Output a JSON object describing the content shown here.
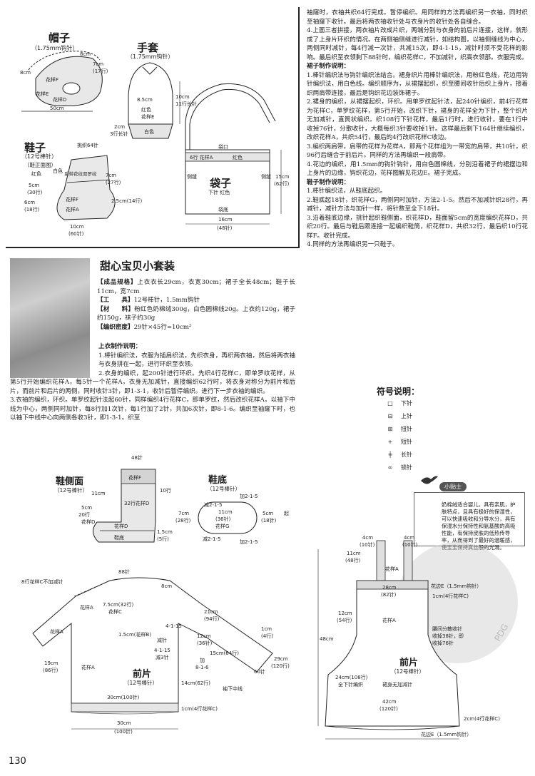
{
  "hat": {
    "title": "帽子",
    "needle": "（1.75mm钩针）",
    "labels": [
      "8cm",
      "7cm",
      "(17行)",
      "8cm",
      "花样F",
      "花样E",
      "50cm",
      "花样D"
    ]
  },
  "mittens": {
    "title": "手套",
    "needle": "（1.75mm钩针）",
    "labels": [
      "8.5cm",
      "10cm",
      "11行长针",
      "红色",
      "花样E",
      "2cm",
      "3行长针",
      "白色"
    ]
  },
  "bootie_top": {
    "title": "鞋子",
    "needle": "（12号棒针）",
    "note": "（鞋正面图）",
    "labels": [
      "红色",
      "白色",
      "挑织64针",
      "系带花纹双罗纹",
      "7cm",
      "(27行)",
      "5cm",
      "(30行)",
      "2.5cm(14行)",
      "6cm",
      "(18行)",
      "花样F",
      "花样A",
      "10cm",
      "(60针)"
    ]
  },
  "bag": {
    "title": "袋子",
    "labels": [
      "袋口",
      "6行 花样A",
      "红色",
      "侧缝",
      "侧缝",
      "下针 红色",
      "袋底",
      "15cm",
      "(62行)",
      "16cm",
      "(48针)"
    ]
  },
  "product": {
    "title": "甜心宝贝小套装",
    "specs": [
      {
        "k": "【成品规格】",
        "v": "上衣衣长29cm，衣宽30cm；裙子全长48cm；鞋子长11cm，宽7cm"
      },
      {
        "k": "【工　　具】",
        "v": "12号棒针，1.5mm钩针"
      },
      {
        "k": "【材　　料】",
        "v": "粉红色奶棉绒300g，白色圆棉线20g。上衣约120g，裙子约150g，袜子约30g"
      },
      {
        "k": "【编织密度】",
        "v": "29针×45行=10cm²"
      }
    ]
  },
  "top_instructions": {
    "heading": "上衣制作说明：",
    "paragraphs": [
      "1.棒针编织法，衣服为插肩织法，先织衣身，再织两衣袖，然后将两衣袖与衣身拼在一起，进行环织至衣领。",
      "2.衣身的编织，起200针进行环织。先织4行花样C，即单罗纹花样，从第5行开始编织花样A，每5针一个花样A，衣身无加减针，直接编织62行时，将衣身对称分为前片和后片，而前片和后片的两侧，同时收针3针，即1-3-1，收针后暂停编织。进行下一步衣袖的编织。",
      "3.衣袖的编织，环织。单罗纹起针法起60针，同样编织4行花样C，即单罗纹，然后改织花样A，以袖下中线为中心，两侧同时加针，每8行加1次针，每1行加了2针，共加6次针，即8-1-6。编织至袖窿下时，也以袖下中线中心向两侧各收3针，即1-3-1。织至"
    ]
  },
  "right_col": {
    "paragraphs": [
      {
        "bold": false,
        "text": "袖窿时，衣袖共织64行完成。暂停编织。用同样的方法再编织另一衣袖，同时织至袖窿下收针。最后将两衣袖收针处与衣身片的收针处各自缝合。"
      },
      {
        "bold": false,
        "text": "4.上面三者拼接，两衣袖片改成片织，两端分别与衣身的前后片连接，这样，就形成了上身片环织的情况。在两侧袖侧缝进行减针，如结构图，以袖侧缝线为中心，两侧同时减针，每4行减一次针，共减15次，即4-1-15，减针时须不受花样的影响。最后织至衣领剩下88针时，编织花样C，不加减针，织高衣领部。衣服完成。"
      },
      {
        "bold": true,
        "text": "裙子制作说明："
      },
      {
        "bold": false,
        "text": "1.棒针编织法与钩针编织法结合。裙身织片用棒针编织法，用粉红色线，花边用钩针编织法，用白色线。编织顺序为，从裙摆起织，织至腰间收针后织上身片，接着织两肩带连接，最后是钩织花边装饰裙子。"
      },
      {
        "bold": false,
        "text": "2.裙身的编织，从裙摆起织，环织。用单罗纹起针法，起240针编织，前4行花样为花样C，单罗纹花样，第5行开始，改织下针，裙身的花样全为下针，整个织片无加减针，直筒状编织。织108行下针花样，最后1行时，进行收针，要在1行中收掉76针，分散收针，大概每织3针要收掉1针。这样最后剩下164针继续编织，改织花样A，共织54行，最后的4行改织花样C收边。"
      },
      {
        "bold": false,
        "text": "3.编织两肩带，肩带的花样为花样A，即两个花样组为一带宽的肩带，共10针，织96行后缝合于前后片。同样的方法再编织一段肩带。"
      },
      {
        "bold": false,
        "text": "4.花边的编织，用1.5mm的钩针钩针，用白色圆棉线，分别沿着裙子的裙摆边和上身片的边缘，钩织花边，花样图解见花边E。裙子完成。"
      },
      {
        "bold": true,
        "text": "鞋子制作说明："
      },
      {
        "bold": false,
        "text": "1.棒针编织法，从鞋底起织。"
      },
      {
        "bold": false,
        "text": "2.鞋底起18针，织花样G，两侧同时加针，方法2-1-5。然后不加减针织28行，再减针，减针方法与加针一样，将针数至全下18针。"
      },
      {
        "bold": false,
        "text": "3.沿着鞋底边缘，挑针起织鞋侧面，织花样D，鞋面留5cm的宽度编织花样D，共织20行。最后与鞋后跟连接一起编织鞋筒，织花样D，共织32行，最后织10行花样F。收针完成。"
      },
      {
        "bold": false,
        "text": "4.同样的方法再编织另一只鞋子。"
      }
    ]
  },
  "legend": {
    "title": "符号说明：",
    "items": [
      {
        "sym": "□",
        "label": "下针"
      },
      {
        "sym": "⊟",
        "label": "上针"
      },
      {
        "sym": "⊞",
        "label": "扭针"
      },
      {
        "sym": "+",
        "label": "短针"
      },
      {
        "sym": "╪",
        "label": "长针"
      },
      {
        "sym": "∞",
        "label": "锁针"
      }
    ]
  },
  "tip": {
    "title": "小贴士",
    "text": "奶棉绒适合婴儿，具有亲肌，护肤特点，且具有极好的保湿性，可以快速吸收和分导水分，具有保湿水分保持性和氨基酸的高吸性能，有保持皮肤的低热传导率，从而得到了最好的温暖感，使宝宝保持真丝般的光滑。"
  },
  "watermark_text": "PDG",
  "bootie_side": {
    "title": "鞋侧面",
    "needle": "（12号棒针）",
    "labels": [
      "48针",
      "花样F",
      "10行",
      "11cm",
      "32行花样D",
      "5cm",
      "20行",
      "花样D",
      "花样D",
      "鞋底",
      "1.5cm",
      "(5行)"
    ]
  },
  "sole": {
    "title": "鞋底",
    "needle": "（12号棒针）",
    "labels": [
      "加2-1-5",
      "减2-1-5",
      "7cm",
      "(28行)",
      "11cm",
      "(36针)",
      "花样G",
      "5cm",
      "(18针)",
      "起",
      "减2-1-5",
      "加2-1-5"
    ]
  },
  "front_top": {
    "title": "前片",
    "needle": "（12号棒针）",
    "labels": [
      "88针",
      "8行花样C不加减针",
      "8cm",
      "花样A",
      "7.5cm(32行)",
      "花样C",
      "花样A",
      "1.5cm(花样B)",
      "4-1-15",
      "减针",
      "21cm",
      "(94行)",
      "12cm",
      "(36针)",
      "1cm",
      "(4行)",
      "19cm",
      "(86行)",
      "花样A",
      "4-1-15",
      "减3针",
      "加",
      "8-1-6",
      "15cm(64行)",
      "29cm",
      "(120行)",
      "60针",
      "袖下中线",
      "14cm(62行)",
      "30cm(100针)",
      "1cm(4行花样C)",
      "30cm",
      "(100针)"
    ]
  },
  "skirt": {
    "title": "前片",
    "needle": "（12号棒针）",
    "labels": [
      "4cm",
      "(10针)",
      "4cm",
      "(10针)",
      "11cm",
      "(48行)",
      "花样A",
      "花边E（1.5mm钩针）",
      "1cm(4行花样C)",
      "28cm",
      "(82针)",
      "12cm",
      "(54行)",
      "48cm",
      "花样A",
      "腰间分散收针",
      "收掉38针，即",
      "收掉76针",
      "24cm(108行)",
      "全下针编织",
      "裙身无加减针",
      "42cm",
      "(120针)",
      "2cm(4行花样C)",
      "花边E（1.5mm钩针）"
    ]
  },
  "page_number": "130"
}
